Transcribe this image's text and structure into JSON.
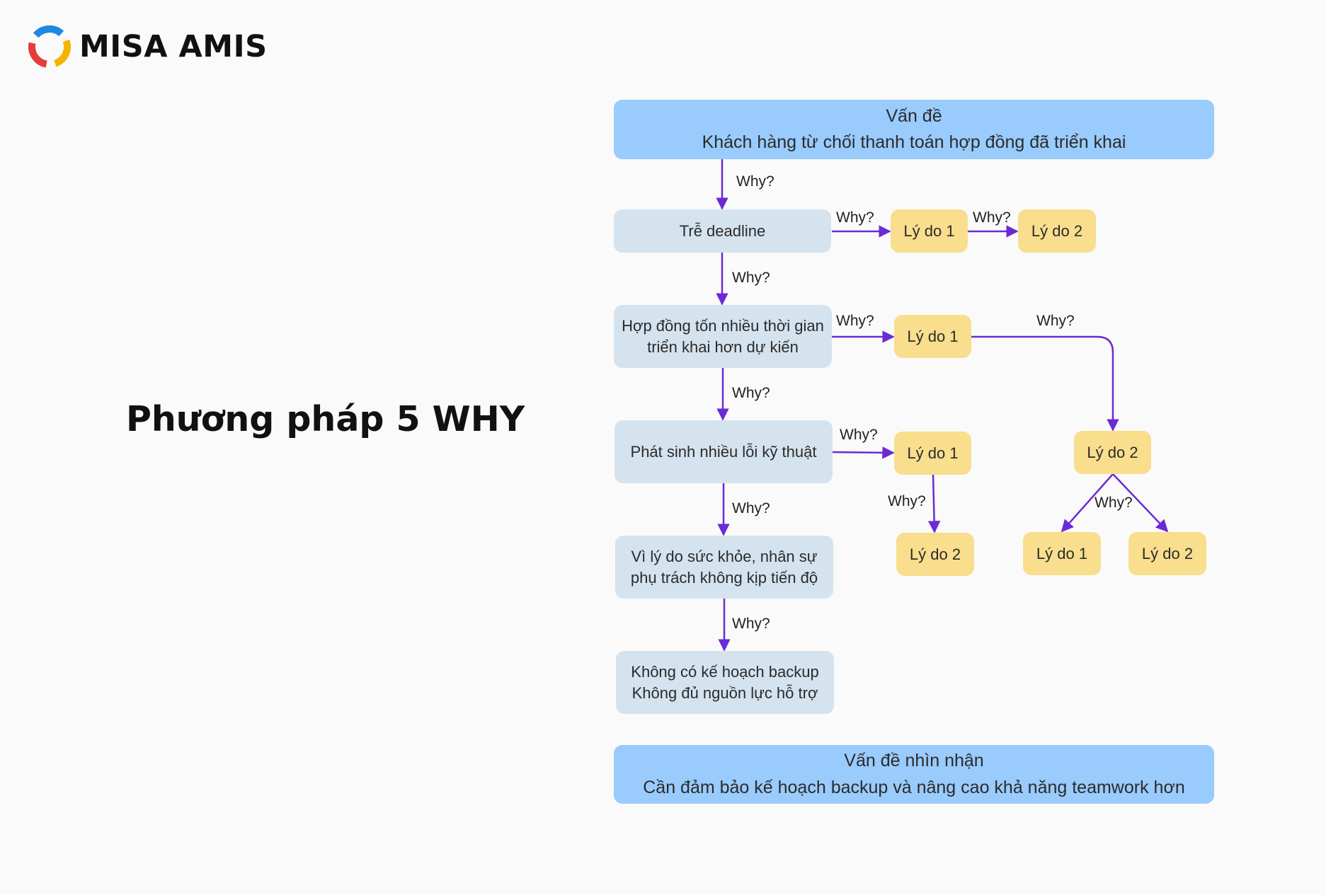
{
  "brand": {
    "name": "MISA AMIS"
  },
  "title": "Phương pháp 5 WHY",
  "diagram": {
    "problem": {
      "label": "Vấn đề",
      "text": "Khách hàng từ chối thanh toán hợp đồng đã triển khai"
    },
    "steps": [
      {
        "line1": "Trễ deadline",
        "line2": ""
      },
      {
        "line1": "Hợp đồng tốn nhiều thời gian",
        "line2": "triển khai hơn dự kiến"
      },
      {
        "line1": "Phát sinh nhiều lỗi kỹ thuật",
        "line2": ""
      },
      {
        "line1": "Vì lý do sức khỏe, nhân sự",
        "line2": "phụ trách không kịp tiến độ"
      },
      {
        "line1": "Không có kế hoạch backup",
        "line2": "Không đủ nguồn lực hỗ trợ"
      }
    ],
    "reasons": {
      "r1a": "Lý do 1",
      "r1b": "Lý do 2",
      "r2a": "Lý do 1",
      "r2b": "Lý do 2",
      "r3a": "Lý do 1",
      "r3b": "Lý do 2",
      "r4a": "Lý do 1",
      "r4b": "Lý do 2"
    },
    "why_label": "Why?",
    "conclusion": {
      "label": "Vấn đề nhìn nhận",
      "text": "Cần đảm bảo kế hoạch backup và nâng cao khả năng teamwork hơn"
    }
  },
  "colors": {
    "problem_fill": "#99cbfc",
    "step_fill": "#d4e3ee",
    "reason_fill": "#f8de8d",
    "arrow": "#6a2bd6"
  }
}
